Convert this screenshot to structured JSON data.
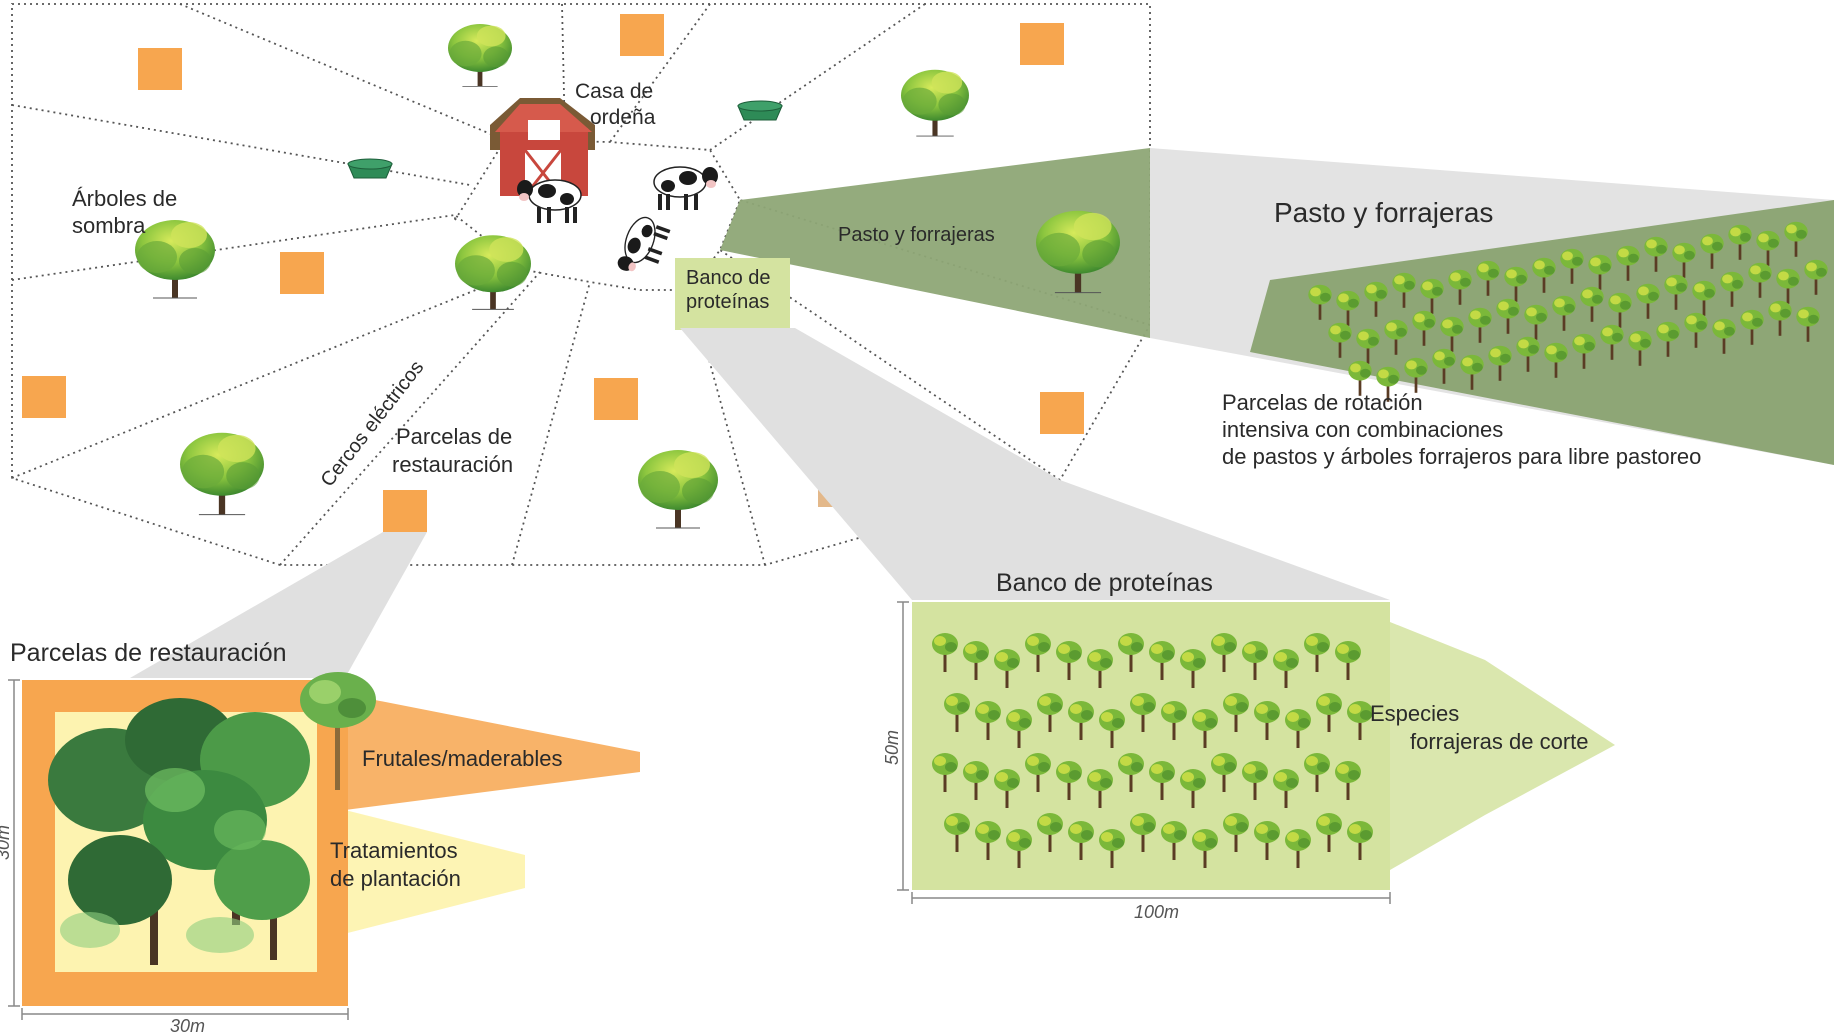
{
  "map": {
    "label_casa": [
      "Casa de",
      "ordeña"
    ],
    "label_arboles": [
      "Árboles de",
      "sombra"
    ],
    "label_pasto": "Pasto y forrajeras",
    "label_banco": [
      "Banco de",
      "proteínas"
    ],
    "label_parcelas": [
      "Parcelas de",
      "restauración"
    ],
    "label_cercos": "Cercos eléctricos"
  },
  "pasto_panel": {
    "title": "Pasto y forrajeras",
    "description": [
      "Parcelas de rotación",
      "intensiva con combinaciones",
      "de pastos y árboles forrajeros para libre pastoreo"
    ]
  },
  "banco_panel": {
    "title": "Banco de proteínas",
    "species": [
      "Especies",
      "forrajeras de corte"
    ],
    "height": "50m",
    "width": "100m"
  },
  "restauracion_panel": {
    "title": "Parcelas de restauración",
    "frutales": "Frutales/maderables",
    "tratamientos": [
      "Tratamientos",
      "de plantación"
    ],
    "height": "30m",
    "width": "30m"
  },
  "colors": {
    "plot_orange": "#f7a64f",
    "pasto_green": "#8ea676",
    "banco_green": "#d4e3a0",
    "restauracion_orange": "#f7a64f",
    "restauracion_inner": "#fdf3b0",
    "zoom_gray": "#dcdcdc",
    "trough_green": "#2e8b57"
  }
}
